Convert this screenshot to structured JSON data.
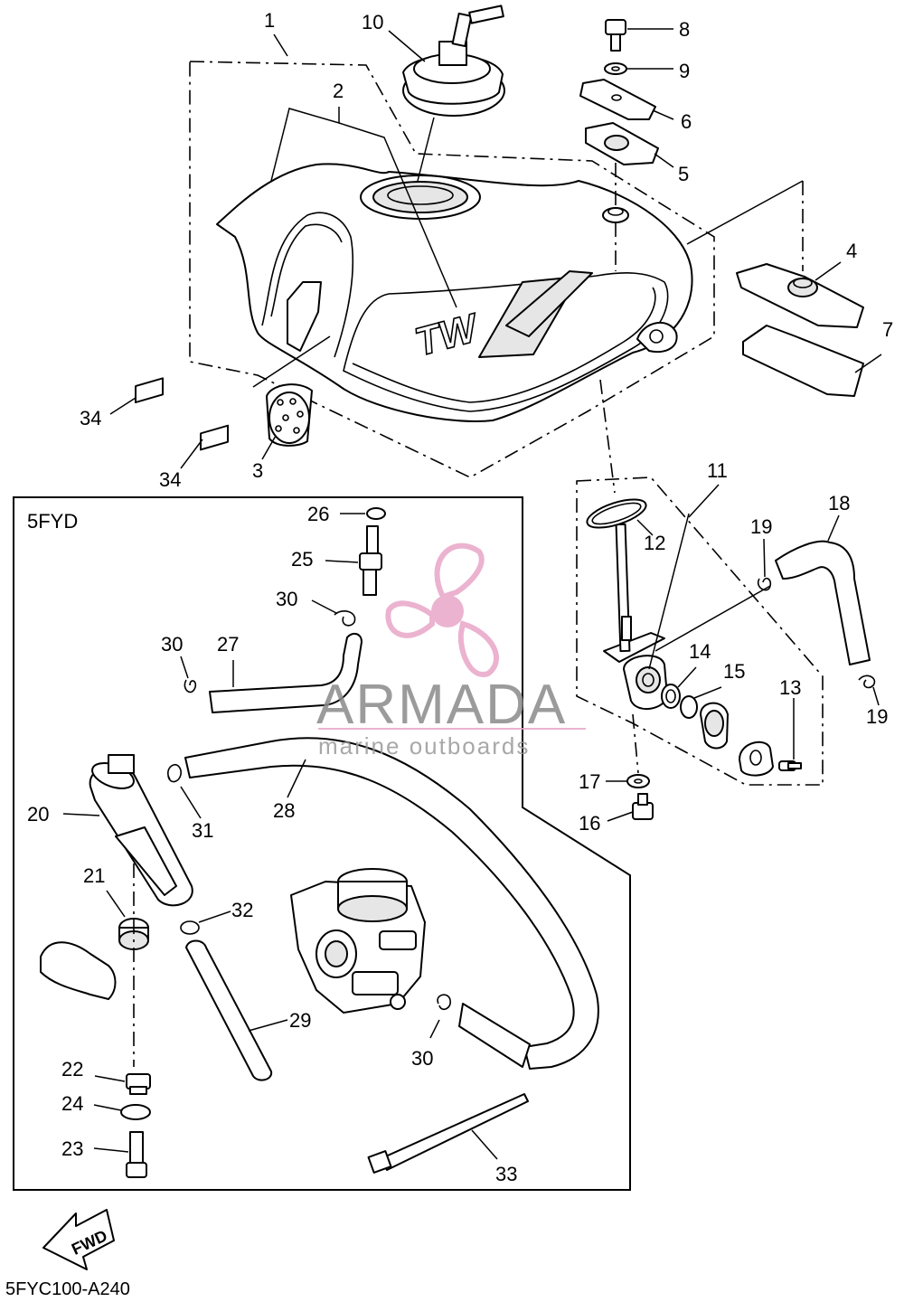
{
  "labels": {
    "p1": "1",
    "p2": "2",
    "p3": "3",
    "p4": "4",
    "p5": "5",
    "p6": "6",
    "p7": "7",
    "p8": "8",
    "p9": "9",
    "p10": "10",
    "p11": "11",
    "p12": "12",
    "p13": "13",
    "p14": "14",
    "p15": "15",
    "p16": "16",
    "p17": "17",
    "p18": "18",
    "p19a": "19",
    "p19b": "19",
    "p20": "20",
    "p21": "21",
    "p22": "22",
    "p23": "23",
    "p24": "24",
    "p25": "25",
    "p26": "26",
    "p27": "27",
    "p28": "28",
    "p29": "29",
    "p30a": "30",
    "p30b": "30",
    "p30c": "30",
    "p31": "31",
    "p32": "32",
    "p33": "33",
    "p34a": "34",
    "p34b": "34"
  },
  "inset_label": "5FYD",
  "tank_logo": "TW",
  "fwd_label": "FWD",
  "diagram_code": "5FYC100-A240",
  "watermark": {
    "brand": "ARMADA",
    "tagline": "marine outboards",
    "color": "#e8a6c8"
  }
}
